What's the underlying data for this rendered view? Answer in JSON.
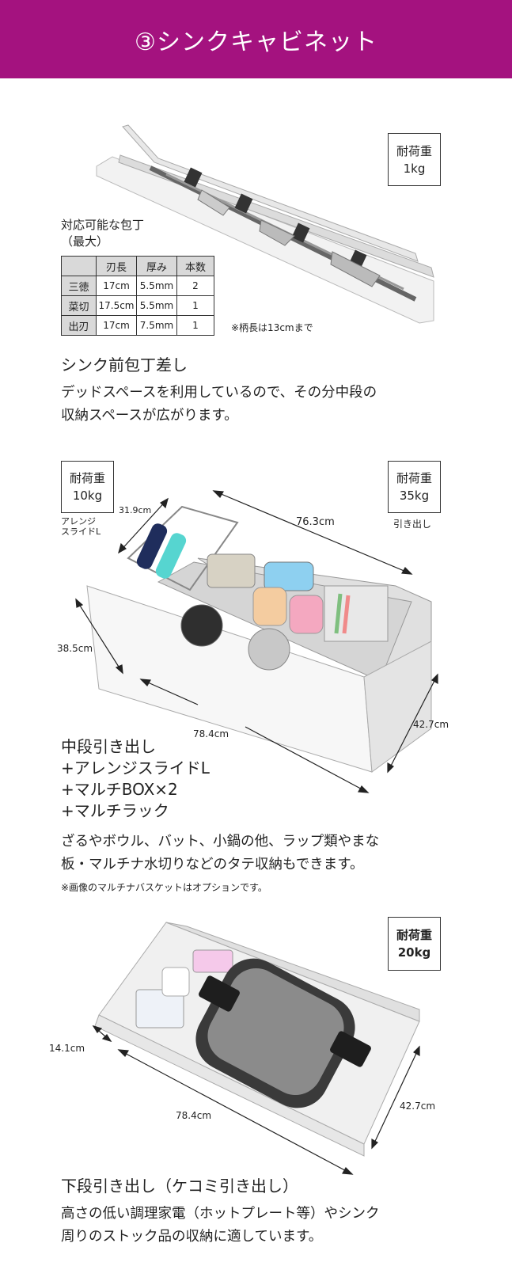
{
  "header": {
    "title": "③シンクキャビネット",
    "color": "#a4127f"
  },
  "section1": {
    "load_label": "耐荷重",
    "load_value": "1kg",
    "table_caption_1": "対応可能な包丁",
    "table_caption_2": "（最大）",
    "table": {
      "headers": [
        "",
        "刃長",
        "厚み",
        "本数"
      ],
      "rows": [
        [
          "三徳",
          "17cm",
          "5.5mm",
          "2"
        ],
        [
          "菜切",
          "17.5cm",
          "5.5mm",
          "1"
        ],
        [
          "出刃",
          "17cm",
          "7.5mm",
          "1"
        ]
      ]
    },
    "table_note": "※柄長は13cmまで",
    "title": "シンク前包丁差し",
    "desc_1": "デッドスペースを利用しているので、その分中段の",
    "desc_2": "収納スペースが広がります。"
  },
  "section2": {
    "load_left_label": "耐荷重",
    "load_left_value": "10kg",
    "load_left_sub_1": "アレンジ",
    "load_left_sub_2": "スライドL",
    "load_right_label": "耐荷重",
    "load_right_value": "35kg",
    "load_right_sub": "引き出し",
    "dims": {
      "width_top": "76.3cm",
      "width_rack": "31.9cm",
      "depth_left": "38.5cm",
      "width_bottom": "78.4cm",
      "height_right": "42.7cm"
    },
    "title_1": "中段引き出し",
    "title_2": "+アレンジスライドL",
    "title_3": "+マルチBOX×2",
    "title_4": "+マルチラック",
    "desc_1": "ざるやボウル、バット、小鍋の他、ラップ類やまな",
    "desc_2": "板・マルチナ水切りなどのタテ収納もできます。",
    "note": "※画像のマルチナバスケットはオプションです。"
  },
  "section3": {
    "load_label": "耐荷重",
    "load_value": "20kg",
    "dims": {
      "height_left": "14.1cm",
      "width_bottom": "78.4cm",
      "depth_right": "42.7cm"
    },
    "title": "下段引き出し（ケコミ引き出し）",
    "desc_1": "高さの低い調理家電（ホットプレート等）やシンク",
    "desc_2": "周りのストック品の収納に適しています。"
  }
}
